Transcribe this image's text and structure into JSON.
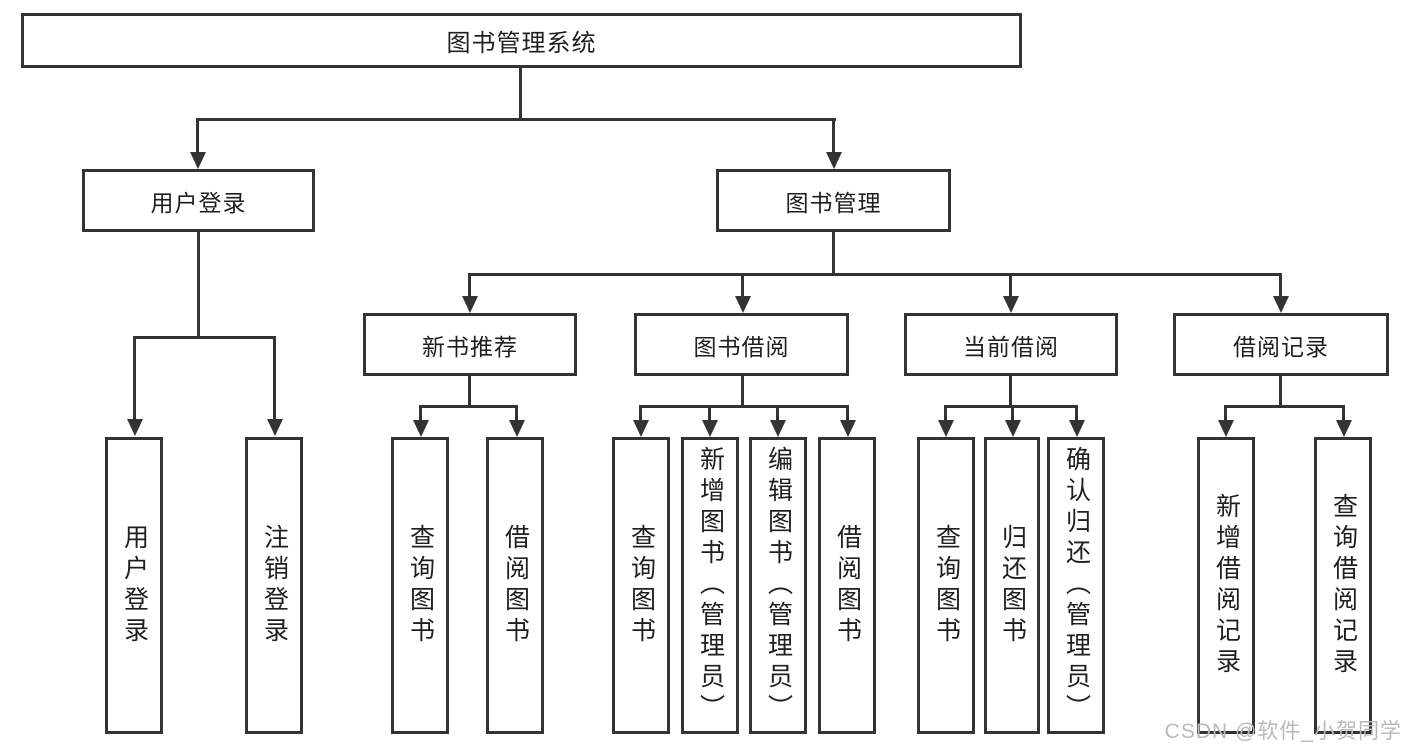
{
  "title": "图书管理系统",
  "colors": {
    "line": "#333333",
    "text": "#1f1f1f",
    "background": "#ffffff",
    "watermark": "#b9b9b9"
  },
  "tree": {
    "root": {
      "label": "图书管理系统"
    },
    "login": {
      "label": "用户登录",
      "children": [
        {
          "label": "用户登录"
        },
        {
          "label": "注销登录"
        }
      ]
    },
    "management": {
      "label": "图书管理",
      "children": [
        {
          "label": "新书推荐",
          "children": [
            {
              "label": "查询图书"
            },
            {
              "label": "借阅图书"
            }
          ]
        },
        {
          "label": "图书借阅",
          "children": [
            {
              "label": "查询图书"
            },
            {
              "label": "新增图书（管理员）"
            },
            {
              "label": "编辑图书（管理员）"
            },
            {
              "label": "借阅图书"
            }
          ]
        },
        {
          "label": "当前借阅",
          "children": [
            {
              "label": "查询图书"
            },
            {
              "label": "归还图书"
            },
            {
              "label": "确认归还（管理员）"
            }
          ]
        },
        {
          "label": "借阅记录",
          "children": [
            {
              "label": "新增借阅记录"
            },
            {
              "label": "查询借阅记录"
            }
          ]
        }
      ]
    }
  },
  "watermark": {
    "text": "CSDN @软件_小贺同学"
  }
}
